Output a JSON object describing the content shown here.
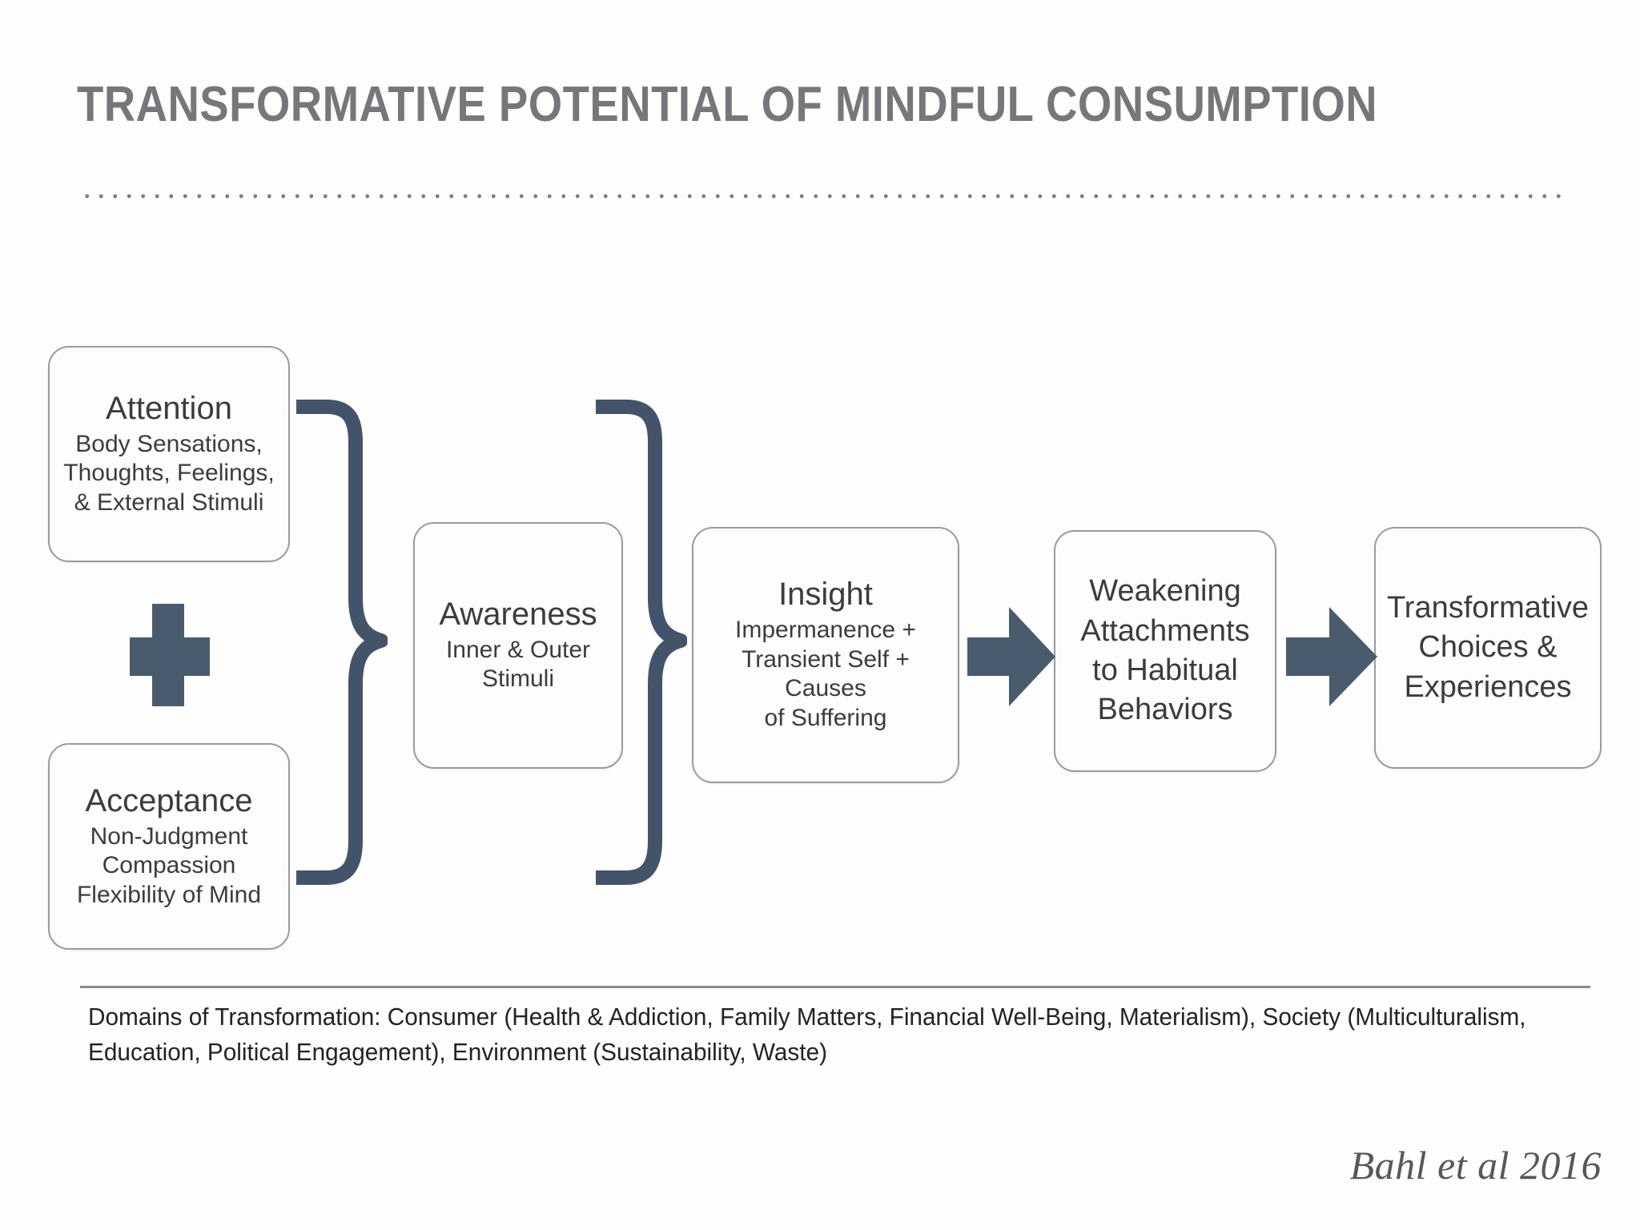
{
  "slide": {
    "title": "TRANSFORMATIVE POTENTIAL OF MINDFUL CONSUMPTION",
    "citation": "Bahl et al 2016",
    "caption": "Domains of Transformation: Consumer (Health & Addiction, Family Matters, Financial Well-Being, Materialism), Society (Multiculturalism, Education, Political Engagement), Environment (Sustainability, Waste)"
  },
  "colors": {
    "title_gray": "#76777a",
    "accent_slate": "#4a5b6e",
    "box_border": "#9b9b9e",
    "body_text": "#3c3c3e",
    "rule_gray": "#8a8a8c",
    "background": "#fefefe"
  },
  "diagram": {
    "nodes": [
      {
        "id": "attention",
        "heading": "Attention",
        "subtext": "Body Sensations,\nThoughts, Feelings,\n& External Stimuli"
      },
      {
        "id": "acceptance",
        "heading": "Acceptance",
        "subtext": "Non-Judgment\nCompassion\nFlexibility of Mind"
      },
      {
        "id": "awareness",
        "heading": "Awareness",
        "subtext": "Inner & Outer\nStimuli"
      },
      {
        "id": "insight",
        "heading": "Insight",
        "subtext": "Impermanence +\nTransient Self + Causes\nof Suffering"
      },
      {
        "id": "weakening",
        "heading": "Weakening\nAttachments\nto Habitual\nBehaviors",
        "subtext": ""
      },
      {
        "id": "transformative",
        "heading": "Transformative\nChoices &\nExperiences",
        "subtext": ""
      }
    ],
    "connectors": [
      {
        "id": "plus",
        "type": "plus-sign",
        "between": [
          "attention",
          "acceptance"
        ]
      },
      {
        "id": "brace-1",
        "type": "curly-brace-right",
        "from": [
          "attention",
          "acceptance"
        ],
        "to": "awareness"
      },
      {
        "id": "brace-2",
        "type": "curly-brace-right",
        "from": "awareness",
        "to": "insight"
      },
      {
        "id": "arrow-1",
        "type": "block-arrow-right",
        "from": "insight",
        "to": "weakening"
      },
      {
        "id": "arrow-2",
        "type": "block-arrow-right",
        "from": "weakening",
        "to": "transformative"
      }
    ]
  }
}
